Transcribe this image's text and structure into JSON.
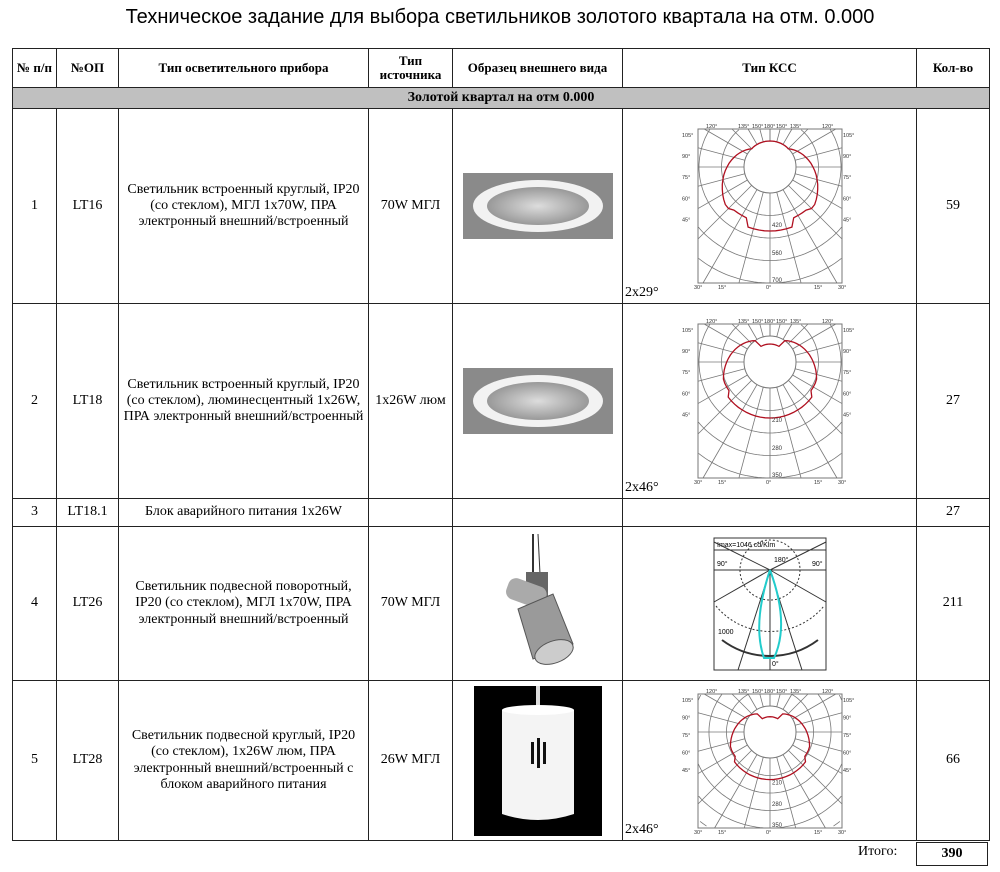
{
  "title": "Техническое задание для выбора светильников золотого квартала на отм. 0.000",
  "headers": {
    "num": "№ п/п",
    "op": "№ОП",
    "type": "Тип осветительного прибора",
    "source": "Тип источника",
    "sample": "Образец внешнего вида",
    "kss": "Тип КСС",
    "qty": "Кол-во"
  },
  "section": "Золотой квартал на отм 0.000",
  "rows": [
    {
      "num": "1",
      "op": "LT16",
      "type": "Светильник встроенный круглый, IP20 (со стеклом), МГЛ 1х70W, ПРА электронный внешний/встроенный",
      "source": "70W МГЛ",
      "kss": "2х29°",
      "qty": "59",
      "rings": [
        "420",
        "560",
        "700"
      ]
    },
    {
      "num": "2",
      "op": "LT18",
      "type": "Светильник встроенный круглый, IP20 (со стеклом), люминесцентный 1х26W, ПРА электронный внешний/встроенный",
      "source": "1х26W люм",
      "kss": "2х46°",
      "qty": "27",
      "rings": [
        "210",
        "280",
        "350"
      ]
    },
    {
      "num": "3",
      "op": "LT18.1",
      "type": "Блок аварийного питания 1х26W",
      "source": "",
      "kss": "",
      "qty": "27"
    },
    {
      "num": "4",
      "op": "LT26",
      "type": "Светильник подвесной поворотный, IP20 (со стеклом), МГЛ 1х70W, ПРА электронный внешний/встроенный",
      "source": "70W МГЛ",
      "kss": "",
      "qty": "211",
      "imax": "Imax=1046 cd/Klm",
      "ring": "1000",
      "a180": "180°",
      "a90": "90°",
      "a0": "0°"
    },
    {
      "num": "5",
      "op": "LT28",
      "type": "Светильник подвесной круглый, IP20 (со стеклом), 1х26W люм, ПРА электронный внешний/встроенный с блоком аварийного питания",
      "source": "26W МГЛ",
      "kss": "2х46°",
      "qty": "66",
      "rings": [
        "210",
        "280",
        "350"
      ]
    }
  ],
  "polar_angles": {
    "top": [
      "120°",
      "135°",
      "150°",
      "180°",
      "150°",
      "135°",
      "120°"
    ],
    "side": [
      "105°",
      "90°",
      "75°",
      "60°",
      "45°"
    ],
    "bottom": [
      "30°",
      "15°",
      "0°",
      "15°",
      "30°"
    ]
  },
  "total_label": "Итого:",
  "total": "390"
}
